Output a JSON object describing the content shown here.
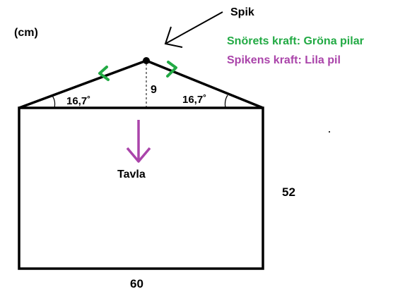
{
  "labels": {
    "unit": "(cm)",
    "nail": "Spik",
    "legend_string": "Snörets kraft: Gröna pilar",
    "legend_nail": "Spikens kraft: Lila pil",
    "angle_left": "16,7˚",
    "angle_right": "16,7˚",
    "height_triangle": "9",
    "painting": "Tavla",
    "height_rect": "52",
    "width_rect": "60"
  },
  "colors": {
    "ink": "#000000",
    "green": "#22aa44",
    "purple": "#aa44aa"
  },
  "icons": {
    "nail": "nail-dot-icon",
    "string_force": "green-arrowhead-icon",
    "nail_force": "purple-down-arrow-icon",
    "pointer": "pointer-arrow-icon"
  }
}
